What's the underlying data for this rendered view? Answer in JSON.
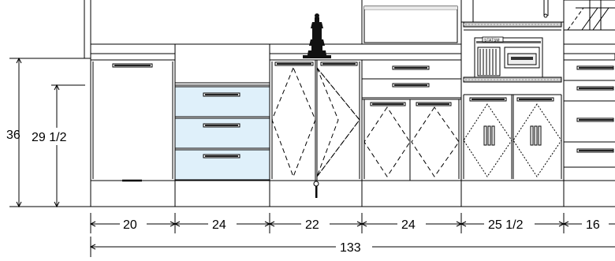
{
  "elevation": {
    "vertical_dimensions": [
      {
        "id": "counter-height",
        "label": "36"
      },
      {
        "id": "base-height",
        "label": "29 1/2"
      }
    ],
    "cabinet_widths": [
      "20",
      "24",
      "22",
      "24",
      "25 1/2",
      "16"
    ],
    "overall_width": "133",
    "oven_badge": "STATSM",
    "colors": {
      "line": "#000000",
      "drawer_fill": "#dff0fa",
      "shadow": "#222222"
    }
  }
}
